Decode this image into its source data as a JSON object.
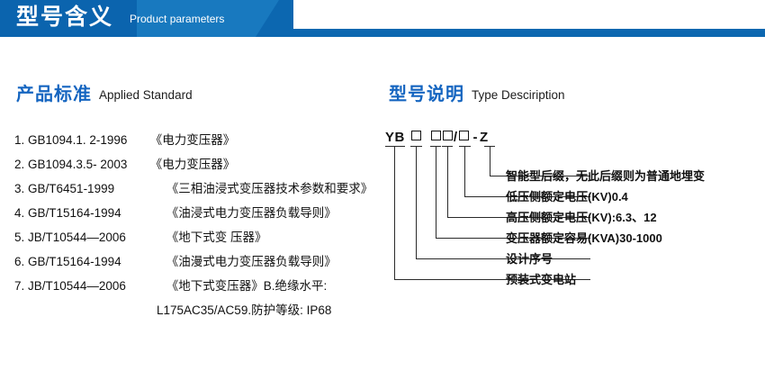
{
  "banner": {
    "title": "型号含义",
    "subtitle": "Product parameters",
    "color_main": "#0b64ae",
    "color_slant": "#1879bf",
    "color_strip": "#0c67b0"
  },
  "sections": {
    "left": {
      "title_cn": "产品标准",
      "title_en": "Applied Standard"
    },
    "right": {
      "title_cn": "型号说明",
      "title_en": "Type Desciription"
    }
  },
  "standards": [
    {
      "num": "1.",
      "code": "GB1094.1. 2-1996",
      "name": "《电力变压器》"
    },
    {
      "num": "2.",
      "code": "GB1094.3.5- 2003",
      "name": "《电力变压器》"
    },
    {
      "num": "3.",
      "code": "GB/T6451-1999",
      "name": "《三相油浸式变压器技术参数和要求》"
    },
    {
      "num": "4.",
      "code": "GB/T15164-1994",
      "name": "《油浸式电力变压器负载导则》"
    },
    {
      "num": "5.",
      "code": "JB/T10544—2006",
      "name": "《地下式变 压器》"
    },
    {
      "num": "6.",
      "code": "GB/T15164-1994",
      "name": "《油漫式电力变压器负载导则》"
    },
    {
      "num": "7.",
      "code": "JB/T10544—2006",
      "name": "《地下式变压器》B.绝缘水平:"
    }
  ],
  "standards_continuation": "L175AC35/AC59.防护等级: IP68",
  "type_code": {
    "prefix": "YB",
    "segments": [
      "YB",
      "□",
      "□□",
      "/",
      "□",
      "-",
      "Z"
    ],
    "display": "YB □  □□/□ - Z"
  },
  "callouts": [
    {
      "id": "smart-suffix",
      "label": "智能型后缀，无此后缀则为普通地埋变"
    },
    {
      "id": "lv-voltage",
      "label": "低压侧额定电压(KV)0.4"
    },
    {
      "id": "hv-voltage",
      "label": "高压侧额定电压(KV):6.3、12"
    },
    {
      "id": "rated-capacity",
      "label": "变压器额定容易(KVA)30-1000"
    },
    {
      "id": "design-serial",
      "label": "设计序号"
    },
    {
      "id": "substation",
      "label": "预装式变电站"
    }
  ]
}
